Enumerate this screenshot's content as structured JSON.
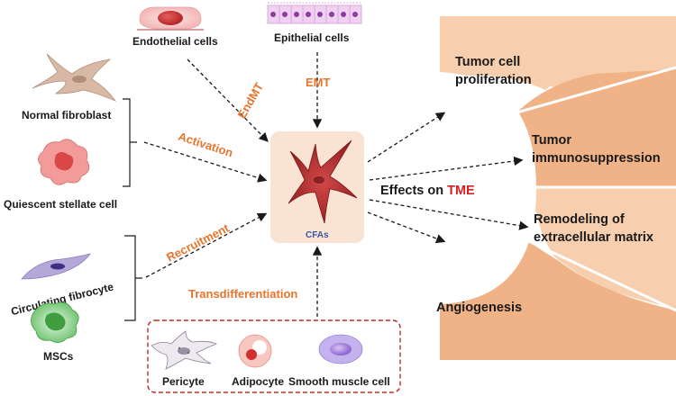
{
  "sources": {
    "endothelial": "Endothelial cells",
    "epithelial": "Epithelial cells",
    "normal_fibroblast": "Normal fibroblast",
    "quiescent_stellate": "Quiescent stellate cell",
    "circulating_fibrocyte": "Circulating fibrocyte",
    "mscs": "MSCs",
    "pericyte": "Pericyte",
    "adipocyte": "Adipocyte",
    "smooth_muscle": "Smooth muscle cell"
  },
  "processes": {
    "endmt": "EndMT",
    "emt": "EMT",
    "activation": "Activation",
    "recruitment": "Recruitment",
    "transdifferentiation": "Transdifferentiation"
  },
  "center": {
    "label": "CFAs",
    "effects_prefix": "Effects on ",
    "effects_highlight": "TME"
  },
  "effects": {
    "proliferation_line1": "Tumor cell",
    "proliferation_line2": "proliferation",
    "immuno_line1": "Tumor",
    "immuno_line2": "immunosuppression",
    "matrix_line1": "Remodeling of",
    "matrix_line2": "extracellular matrix",
    "angiogenesis": "Angiogenesis"
  },
  "colors": {
    "accent_orange": "#e8742b",
    "tme_red": "#d42020",
    "segment_light": "#f7cfae",
    "segment_dark": "#f0b287",
    "dashed_box": "#c62828",
    "cfa_bg": "#fae3d3"
  }
}
